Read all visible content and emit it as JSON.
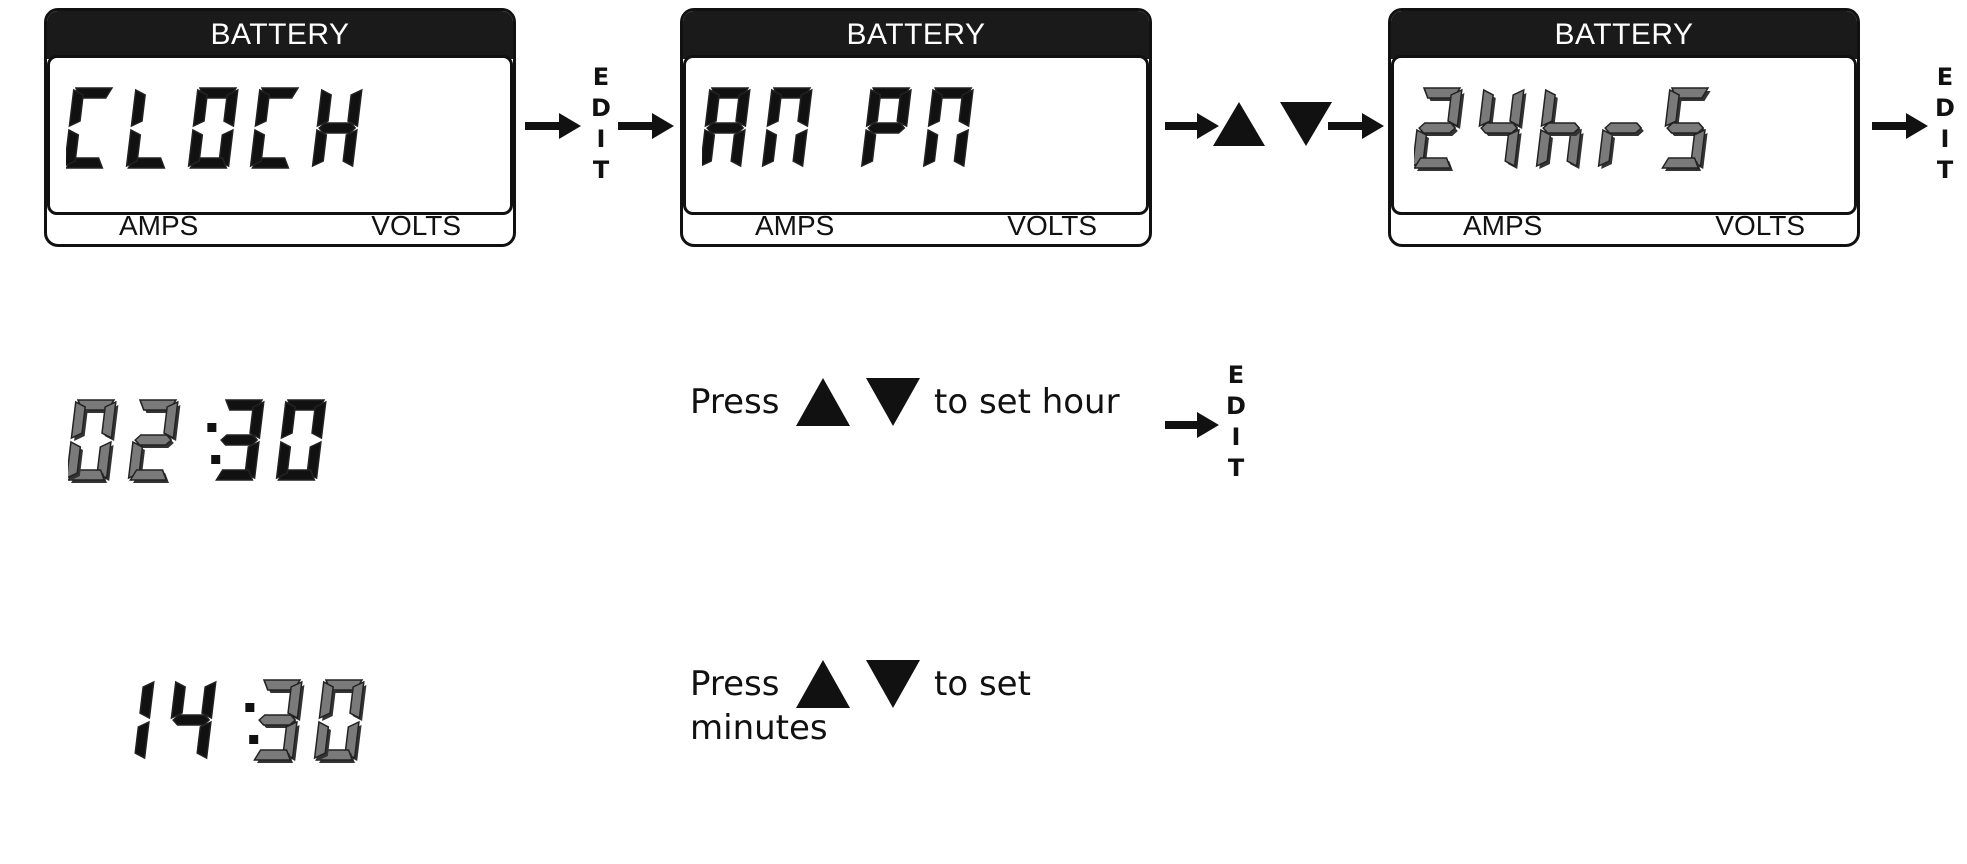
{
  "panels": [
    {
      "header": "BATTERY",
      "display": "CLOCH",
      "footer_left": "AMPS",
      "footer_right": "VOLTS"
    },
    {
      "header": "BATTERY",
      "display": "AM PM",
      "footer_left": "AMPS",
      "footer_right": "VOLTS"
    },
    {
      "header": "BATTERY",
      "display": "24hrS",
      "footer_left": "AMPS",
      "footer_right": "VOLTS"
    }
  ],
  "edit_label": [
    "E",
    "D",
    "I",
    "T"
  ],
  "hour_display": "02:30",
  "minute_display": "14:30",
  "hour_instruction": {
    "before": "Press",
    "after": "to set hour"
  },
  "minute_instruction": {
    "before": "Press",
    "after": "to set",
    "line2": "minutes"
  },
  "colors": {
    "ink": "#111111",
    "segment_gray": "#7a7a7a",
    "header_bg": "#1a1a1a"
  },
  "icons": [
    "right-arrow-icon",
    "up-triangle-icon",
    "down-triangle-icon"
  ]
}
